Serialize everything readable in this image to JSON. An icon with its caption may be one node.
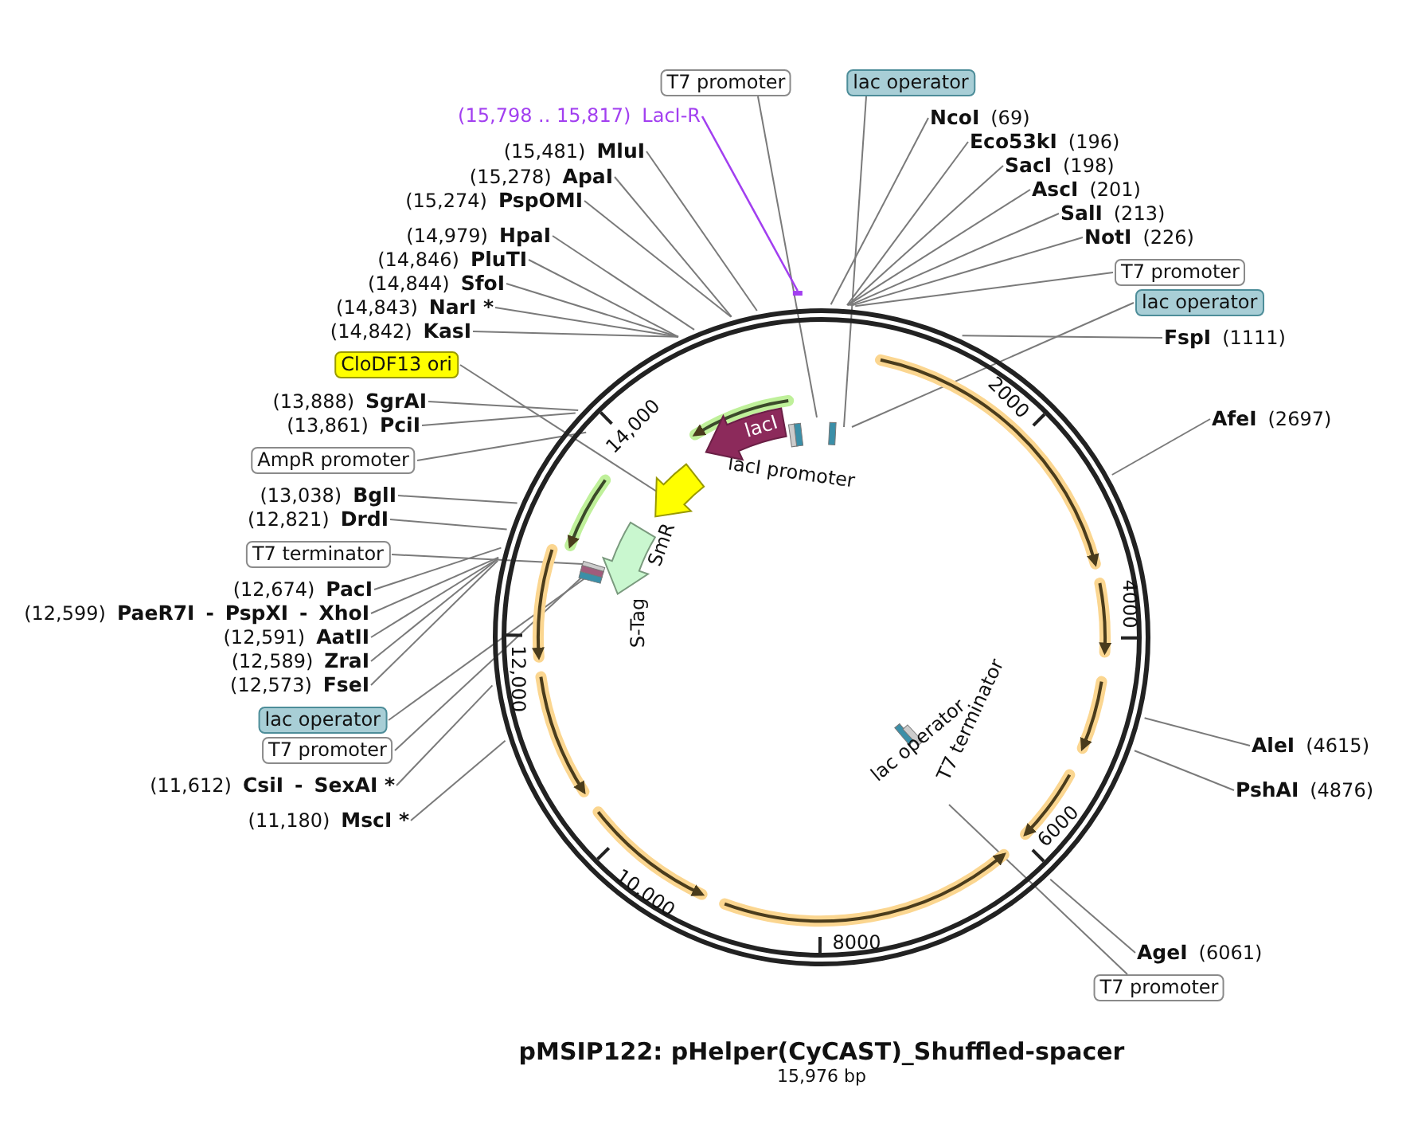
{
  "diagram": {
    "title": "pMSIP122: pHelper(CyCAST)_Shuffled-spacer",
    "caption": "15,976 bp",
    "nodes": [
      {
        "text": [
          "T7 promoter"
        ]
      },
      {
        "text": [
          "lac operator"
        ]
      },
      {
        "text": [
          "(15,798 .. 15,817)",
          "LacI-R"
        ]
      },
      {
        "text": [
          "NcoI",
          "(69)"
        ]
      },
      {
        "text": [
          "Eco53kI",
          "(196)"
        ]
      },
      {
        "text": [
          "SacI",
          "(198)"
        ]
      },
      {
        "text": [
          "AscI",
          "(201)"
        ]
      },
      {
        "text": [
          "SalI",
          "(213)"
        ]
      },
      {
        "text": [
          "NotI",
          "(226)"
        ]
      },
      {
        "text": [
          "(15,481)",
          "MluI"
        ]
      },
      {
        "text": [
          "(15,278)",
          "ApaI"
        ]
      },
      {
        "text": [
          "(15,274)",
          "PspOMI"
        ]
      },
      {
        "text": [
          "T7 promoter"
        ]
      },
      {
        "text": [
          "lac operator"
        ]
      },
      {
        "text": [
          "(14,979)",
          "HpaI"
        ]
      },
      {
        "text": [
          "(14,846)",
          "PluTI"
        ]
      },
      {
        "text": [
          "(14,844)",
          "SfoI"
        ]
      },
      {
        "text": [
          "(14,843)",
          "NarI *"
        ]
      },
      {
        "text": [
          "(14,842)",
          "KasI"
        ]
      },
      {
        "text": [
          "FspI",
          "(1111)"
        ]
      },
      {
        "text": [
          "CloDF13 ori"
        ]
      },
      {
        "text": [
          "lacI"
        ]
      },
      {
        "text": [
          "(13,888)",
          "SgrAI"
        ]
      },
      {
        "text": [
          "AfeI",
          "(2697)"
        ]
      },
      {
        "text": [
          "(13,861)",
          "PciI"
        ]
      },
      {
        "text": [
          "AmpR promoter"
        ]
      },
      {
        "text": [
          "(13,038)",
          "BglI"
        ]
      },
      {
        "text": [
          "(12,821)",
          "DrdI"
        ]
      },
      {
        "text": [
          "T7 terminator"
        ]
      },
      {
        "text": [
          "(12,674)",
          "PacI"
        ]
      },
      {
        "text": [
          "(12,599)",
          "PaeR7I",
          "-",
          "PspXI",
          "-",
          "XhoI"
        ]
      },
      {
        "text": [
          "(12,591)",
          "AatII"
        ]
      },
      {
        "text": [
          "(12,589)",
          "ZraI"
        ]
      },
      {
        "text": [
          "(12,573)",
          "FseI"
        ]
      },
      {
        "text": [
          "lac operator"
        ]
      },
      {
        "text": [
          "T7 promoter"
        ]
      },
      {
        "text": [
          "AleI",
          "(4615)"
        ]
      },
      {
        "text": [
          "PshAI",
          "(4876)"
        ]
      },
      {
        "text": [
          "(11,612)",
          "CsiI",
          "-",
          "SexAI *"
        ]
      },
      {
        "text": [
          "(11,180)",
          "MscI *"
        ]
      },
      {
        "text": [
          "AgeI",
          "(6061)"
        ]
      },
      {
        "text": [
          "T7 promoter"
        ]
      },
      {
        "text": [],
        "shape": "bar"
      }
    ],
    "edges": [
      {
        "from": 0,
        "to": null,
        "arrow": "none"
      },
      {
        "from": 1,
        "to": null,
        "arrow": "none"
      },
      {
        "from": 2,
        "to": 42,
        "arrow": "none",
        "color": "#a23ff0"
      },
      {
        "from": 3,
        "to": null,
        "arrow": "none"
      },
      {
        "from": 4,
        "to": null,
        "arrow": "none"
      },
      {
        "from": 5,
        "to": null,
        "arrow": "none"
      },
      {
        "from": 6,
        "to": null,
        "arrow": "none"
      },
      {
        "from": 7,
        "to": null,
        "arrow": "none"
      },
      {
        "from": 8,
        "to": null,
        "arrow": "none"
      },
      {
        "from": 9,
        "to": null,
        "arrow": "none"
      },
      {
        "from": 10,
        "to": null,
        "arrow": "none"
      },
      {
        "from": 11,
        "to": null,
        "arrow": "none"
      },
      {
        "from": 12,
        "to": null,
        "arrow": "none"
      },
      {
        "from": 13,
        "to": null,
        "arrow": "none"
      },
      {
        "from": 14,
        "to": null,
        "arrow": "none"
      },
      {
        "from": 15,
        "to": null,
        "arrow": "none"
      },
      {
        "from": 16,
        "to": null,
        "arrow": "none"
      },
      {
        "from": 17,
        "to": null,
        "arrow": "none"
      },
      {
        "from": 18,
        "to": null,
        "arrow": "none"
      },
      {
        "from": 19,
        "to": null,
        "arrow": "none"
      },
      {
        "from": 20,
        "to": null,
        "arrow": "none"
      },
      {
        "from": 22,
        "to": null,
        "arrow": "none"
      },
      {
        "from": 23,
        "to": null,
        "arrow": "none"
      },
      {
        "from": 24,
        "to": null,
        "arrow": "none"
      },
      {
        "from": 25,
        "to": null,
        "arrow": "none"
      },
      {
        "from": 26,
        "to": null,
        "arrow": "none"
      },
      {
        "from": 27,
        "to": null,
        "arrow": "none"
      },
      {
        "from": 28,
        "to": null,
        "arrow": "none"
      },
      {
        "from": 29,
        "to": null,
        "arrow": "none"
      },
      {
        "from": 30,
        "to": null,
        "arrow": "none"
      },
      {
        "from": 31,
        "to": null,
        "arrow": "none"
      },
      {
        "from": 32,
        "to": null,
        "arrow": "none"
      },
      {
        "from": 33,
        "to": null,
        "arrow": "none"
      },
      {
        "from": 34,
        "to": null,
        "arrow": "none"
      },
      {
        "from": 35,
        "to": null,
        "arrow": "none"
      },
      {
        "from": 36,
        "to": null,
        "arrow": "none"
      },
      {
        "from": 37,
        "to": null,
        "arrow": "none"
      },
      {
        "from": 38,
        "to": null,
        "arrow": "none"
      },
      {
        "from": 39,
        "to": null,
        "arrow": "none"
      },
      {
        "from": 40,
        "to": null,
        "arrow": "none"
      },
      {
        "from": 41,
        "to": null,
        "arrow": "none"
      }
    ],
    "labels": [
      "2000",
      "lacI promoter",
      "14,000",
      "SmR",
      "4000",
      "S-Tag",
      "T7 terminator",
      "lac operator",
      "12,000",
      "6000",
      "10,000",
      "8000"
    ]
  }
}
